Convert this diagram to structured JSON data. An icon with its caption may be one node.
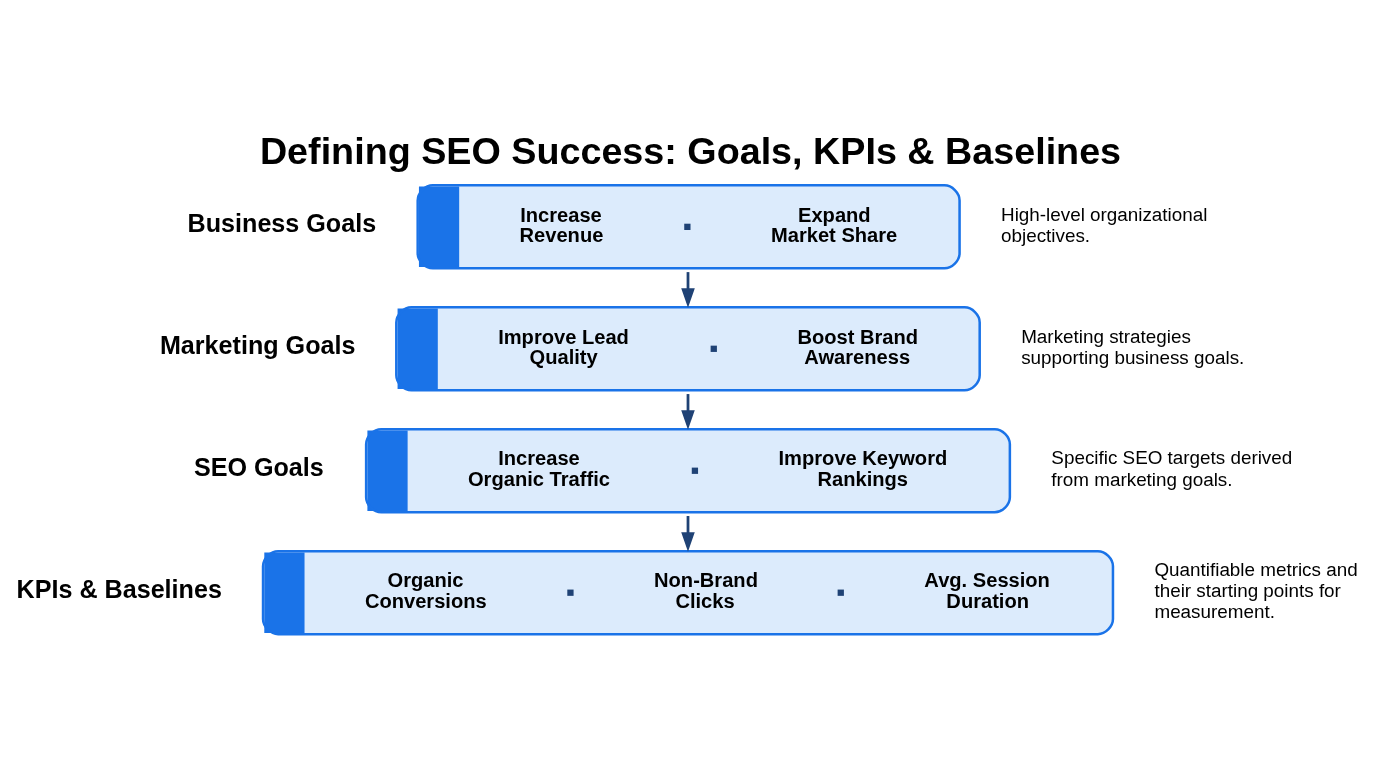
{
  "diagram": {
    "title": "Defining SEO Success: Goals, KPIs & Baselines",
    "nodes": [
      {
        "text": [
          "Business Goals",
          "Increase Revenue",
          "Expand Market Share"
        ],
        "beside": [
          "High-level organizational objectives."
        ]
      },
      {
        "text": [
          "Marketing Goals",
          "Improve Lead Quality",
          "Boost Brand Awareness"
        ],
        "beside": [
          "Marketing strategies supporting business goals."
        ]
      },
      {
        "text": [
          "SEO Goals",
          "Increase Organic Traffic",
          "Improve Keyword Rankings"
        ],
        "beside": [
          "Specific SEO targets derived from marketing goals."
        ]
      },
      {
        "text": [
          "KPIs & Baselines",
          "Organic Conversions",
          "Non-Brand Clicks",
          "Avg. Session Duration"
        ],
        "beside": [
          "Quantifiable metrics and their starting points for measurement."
        ]
      }
    ],
    "edges": [
      {
        "from": 0,
        "to": 1,
        "arrow": "to"
      },
      {
        "from": 1,
        "to": 2,
        "arrow": "to"
      },
      {
        "from": 2,
        "to": 3,
        "arrow": "to"
      }
    ]
  }
}
